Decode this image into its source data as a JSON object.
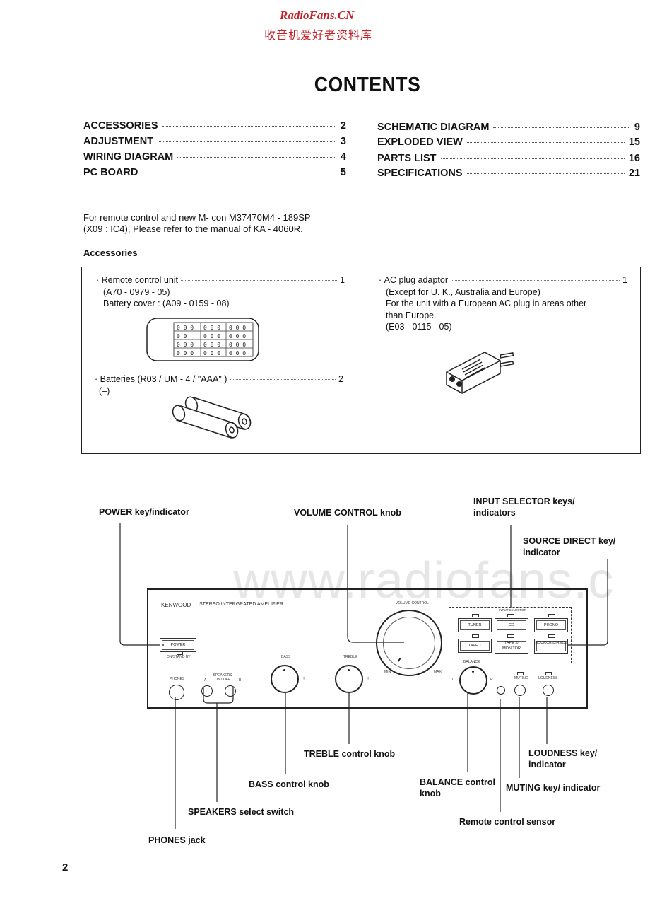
{
  "watermark": {
    "site": "RadioFans.CN",
    "site_cn": "收音机爱好者资料库",
    "url": "www.radiofans.c"
  },
  "title": "CONTENTS",
  "toc": [
    {
      "label": "ACCESSORIES",
      "page": "2"
    },
    {
      "label": "ADJUSTMENT",
      "page": "3"
    },
    {
      "label": "WIRING DIAGRAM",
      "page": "4"
    },
    {
      "label": "PC BOARD",
      "page": "5"
    },
    {
      "label": "SCHEMATIC DIAGRAM",
      "page": "9"
    },
    {
      "label": "EXPLODED VIEW",
      "page": "15"
    },
    {
      "label": "PARTS LIST",
      "page": "16"
    },
    {
      "label": "SPECIFICATIONS",
      "page": "21"
    }
  ],
  "note": {
    "line1": "For remote control and new M- con M37470M4 - 189SP",
    "line2": "(X09 : IC4), Please refer to the manual of KA - 4060R."
  },
  "accessories": {
    "heading": "Accessories",
    "remote": {
      "name": "Remote control unit",
      "qty": "1",
      "part": "(A70 - 0979 - 05)",
      "cover": "Battery cover : (A09 - 0159 - 08)"
    },
    "batteries": {
      "name": "Batteries (R03 / UM - 4 / \"AAA\" )",
      "qty": "2",
      "part": "(–)"
    },
    "adaptor": {
      "name": "AC plug adaptor",
      "qty": "1",
      "line1": "(Except for U. K., Australia and Europe)",
      "line2": "For the unit with a European AC plug in areas other",
      "line3": "than Europe.",
      "part": "(E03 - 0115 - 05)"
    }
  },
  "callouts": {
    "power": "POWER key/indicator",
    "volume": "VOLUME CONTROL knob",
    "input_selector_1": "INPUT SELECTOR keys/",
    "input_selector_2": "indicators",
    "source_direct_1": "SOURCE DIRECT key/",
    "source_direct_2": "indicator",
    "treble": "TREBLE control knob",
    "bass": "BASS control knob",
    "speakers": "SPEAKERS select switch",
    "phones": "PHONES jack",
    "balance_1": "BALANCE control",
    "balance_2": "knob",
    "muting": "MUTING key/ indicator",
    "loudness_1": "LOUDNESS key/",
    "loudness_2": "indicator",
    "sensor": "Remote control sensor"
  },
  "panel": {
    "brand": "KENWOOD",
    "model": "STEREO INTERGRATED AMPLIFIER",
    "volume_label": "VOLUME CONTROL",
    "min": "MIN",
    "max": "MAX",
    "input_selector": "INPUT SELECTOR",
    "tuner": "TUNER",
    "cd": "CD",
    "phono": "PHONO",
    "tape1": "TAPE 1",
    "tape2": "TAPE 2/ MONITOR",
    "source_direct": "SOURCE DIRECT",
    "power": "POWER",
    "standby": "ON/STAND BY",
    "bass": "BASS",
    "treble": "TREBLE",
    "balance": "BALANCE",
    "phones": "PHONES",
    "speakers": "SPEAKERS ON / OFF",
    "spk_a": "A",
    "spk_b": "B",
    "muting": "MUTING",
    "loudness": "LOUDNESS",
    "minus": "-",
    "plus": "+",
    "l": "L",
    "r": "R"
  },
  "page_number": "2"
}
